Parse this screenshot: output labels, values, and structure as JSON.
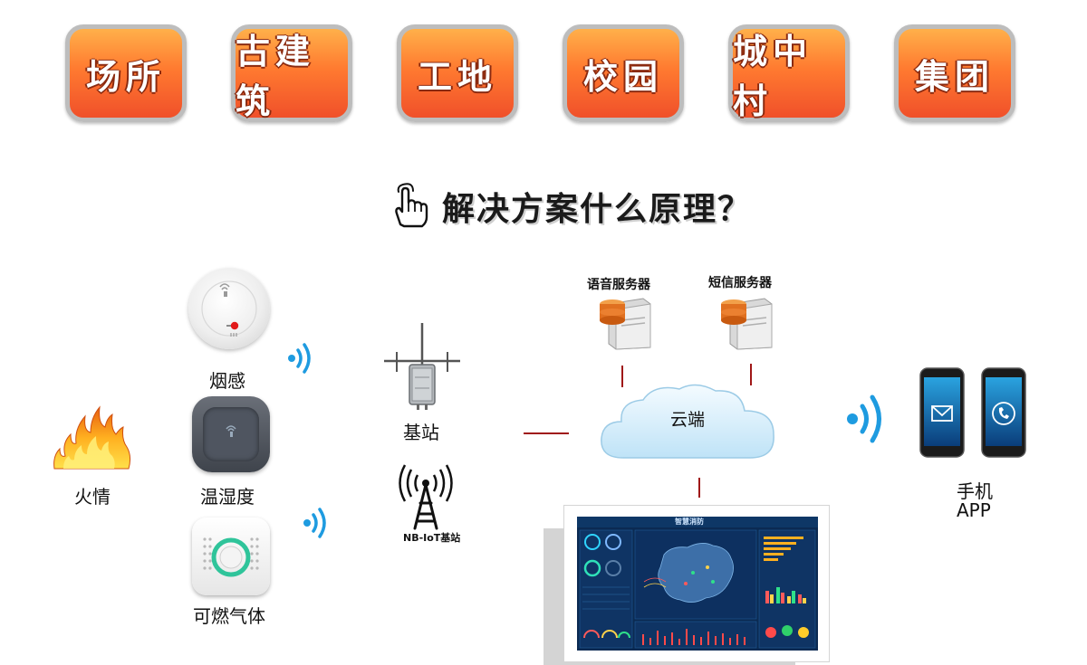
{
  "categories": [
    "场所",
    "古建筑",
    "工地",
    "校园",
    "城中村",
    "集团"
  ],
  "headline": "解决方案什么原理？",
  "sensors": {
    "smoke_label": "烟感",
    "thermo_label": "温湿度",
    "gas_label": "可燃气体",
    "fire_label": "火情"
  },
  "network": {
    "base_station_label": "基站",
    "nbiot_label": "NB-IoT基站",
    "voice_server_label": "语音服务器",
    "sms_server_label": "短信服务器",
    "cloud_label": "云端"
  },
  "app": {
    "line1": "手机",
    "line2": "APP"
  },
  "dashboard": {
    "title": "智慧消防"
  },
  "colors": {
    "button_top": "#ffb04a",
    "button_bottom": "#f0502a",
    "wifi_blue": "#1e9be0",
    "connector_red": "#a01818",
    "dashboard_bg": "#0b2a52"
  }
}
